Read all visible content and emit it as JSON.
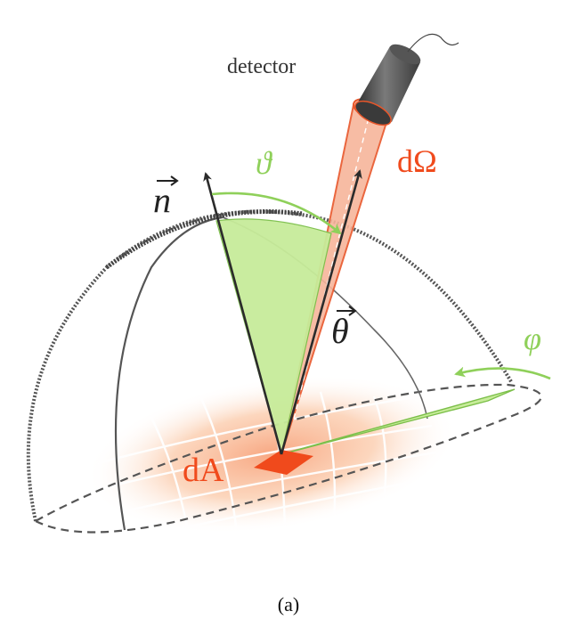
{
  "labels": {
    "detector": "detector",
    "solid_angle": "dΩ",
    "normal_vector": "n",
    "polar_angle": "ϑ",
    "direction_vector": "θ",
    "azimuth_angle": "φ",
    "area_element": "dA"
  },
  "caption": "(a)",
  "colors": {
    "cone_fill": "#f7b59b",
    "cone_stroke": "#e8562a",
    "area_red": "#f04a1c",
    "angle_green": "#c7ec9a",
    "angle_green_dark": "#7cbf4a",
    "vector": "#2b2b2b",
    "hemisphere": "#555555",
    "detector_body": "#555555",
    "patch_glow": "#fbc9a8"
  }
}
